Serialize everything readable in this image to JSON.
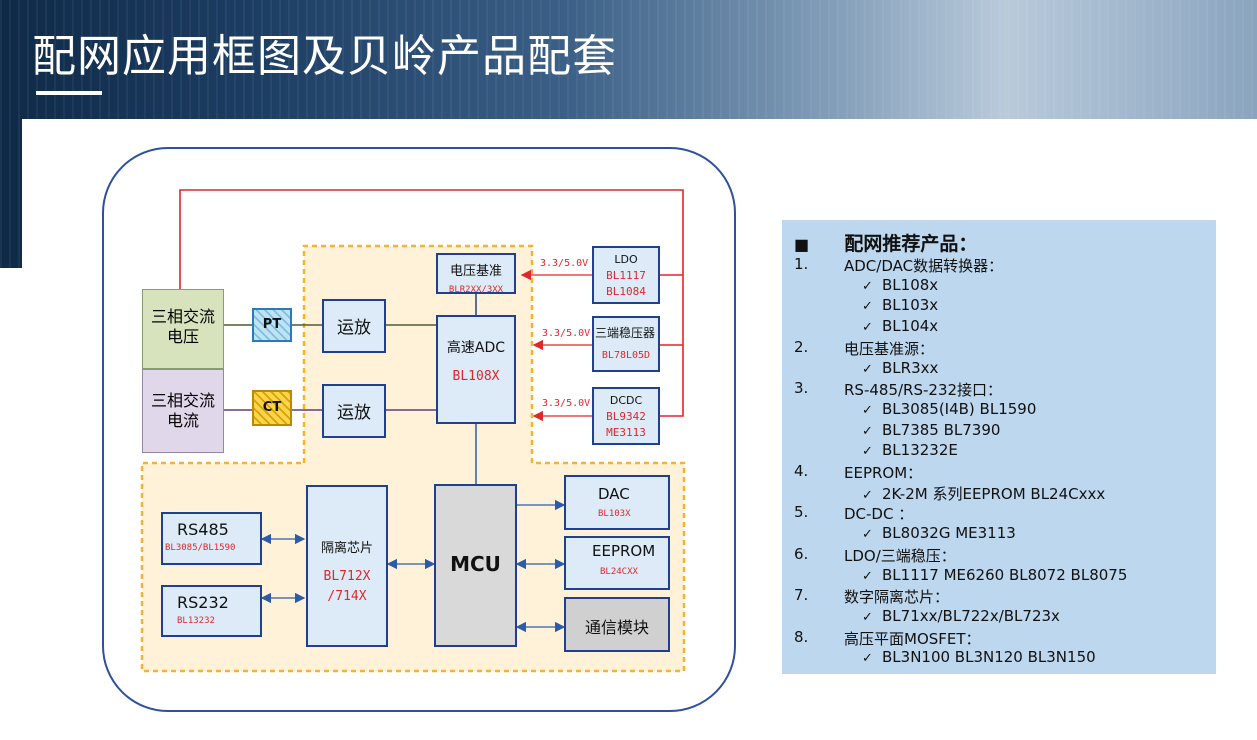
{
  "slide": {
    "title": "配网应用框图及贝岭产品配套"
  },
  "diagram": {
    "source_voltage": "三相交流\n电压",
    "source_current": "三相交流\n电流",
    "pt": "PT",
    "ct": "CT",
    "opamp1": "运放",
    "opamp2": "运放",
    "vref": {
      "title": "电压基准",
      "part": "BLR2XX/3XX"
    },
    "adc": {
      "title": "高速ADC",
      "part": "BL108X"
    },
    "ldo": {
      "title": "LDO",
      "part1": "BL1117",
      "part2": "BL1084"
    },
    "three_term": {
      "title": "三端稳压器",
      "part": "BL78L05D"
    },
    "dcdc": {
      "title": "DCDC",
      "part1": "BL9342",
      "part2": "ME3113"
    },
    "vlabel1": "3.3/5.0V",
    "vlabel2": "3.3/5.0V",
    "vlabel3": "3.3/5.0V",
    "rs485": {
      "title": "RS485",
      "part": "BL3085/BL1590"
    },
    "rs232": {
      "title": "RS232",
      "part": "BL13232"
    },
    "isolator": {
      "title": "隔离芯片",
      "part1": "BL712X",
      "part2": "/714X"
    },
    "mcu": "MCU",
    "dac": {
      "title": "DAC",
      "part": "BL103X"
    },
    "eeprom": {
      "title": "EEPROM",
      "part": "BL24CXX"
    },
    "comm": "通信模块"
  },
  "recommend": {
    "bullet": "■",
    "heading": "配网推荐产品：",
    "items": [
      {
        "num": "1.",
        "label": "ADC/DAC数据转换器：",
        "subs": [
          "BL108x",
          "BL103x",
          "BL104x"
        ]
      },
      {
        "num": "2.",
        "label": "电压基准源：",
        "subs": [
          "BLR3xx"
        ]
      },
      {
        "num": "3.",
        "label": "RS-485/RS-232接口：",
        "subs": [
          "BL3085(I4B) BL1590",
          "BL7385 BL7390",
          "BL13232E"
        ]
      },
      {
        "num": "4.",
        "label": "EEPROM：",
        "subs": [
          "2K-2M 系列EEPROM BL24Cxxx"
        ]
      },
      {
        "num": "5.",
        "label": "DC-DC ：",
        "subs": [
          "BL8032G ME3113"
        ]
      },
      {
        "num": "6.",
        "label": "LDO/三端稳压：",
        "subs": [
          "BL1117 ME6260 BL8072 BL8075"
        ]
      },
      {
        "num": "7.",
        "label": "数字隔离芯片：",
        "subs": [
          "BL71xx/BL722x/BL723x"
        ]
      },
      {
        "num": "8.",
        "label": "高压平面MOSFET：",
        "subs": [
          "BL3N100 BL3N120 BL3N150"
        ]
      }
    ],
    "check": "✓"
  }
}
